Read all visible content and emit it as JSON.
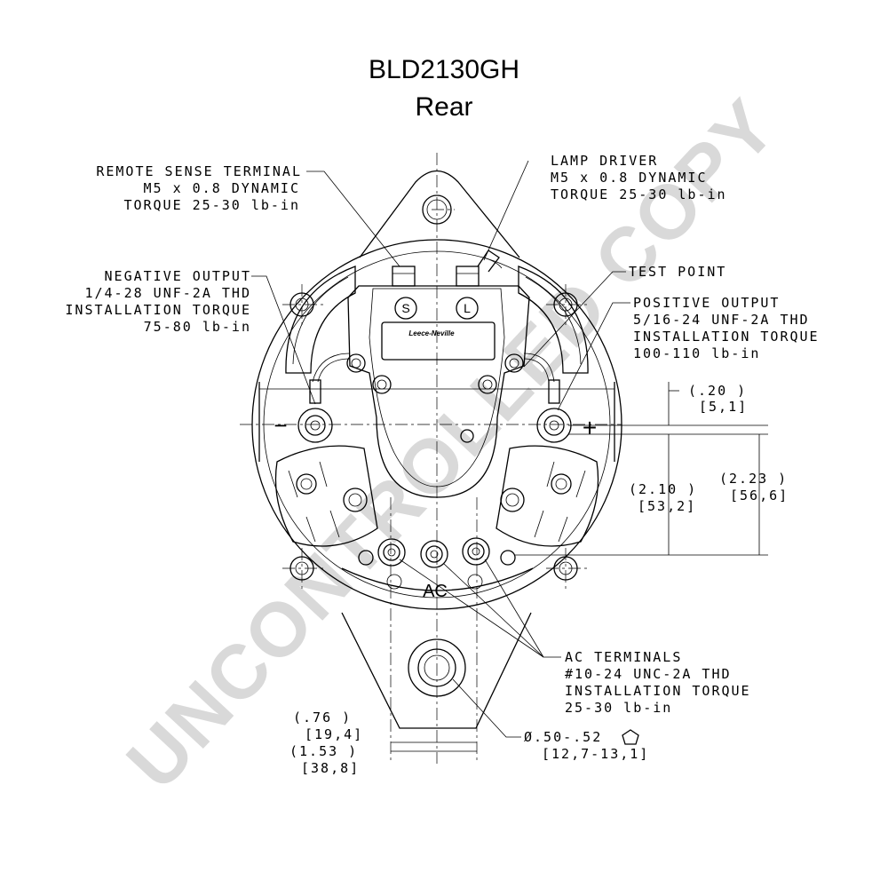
{
  "title": {
    "part_number": "BLD2130GH",
    "view": "Rear"
  },
  "watermark": "UNCONTROLLED COPY",
  "callouts": {
    "remote_sense": [
      "REMOTE SENSE TERMINAL",
      "M5 x 0.8 DYNAMIC",
      "TORQUE 25-30 lb-in"
    ],
    "lamp_driver": [
      "LAMP DRIVER",
      "M5 x 0.8 DYNAMIC",
      "TORQUE 25-30 lb-in"
    ],
    "negative_output": [
      "NEGATIVE OUTPUT",
      "1/4-28 UNF-2A THD",
      "INSTALLATION TORQUE",
      "75-80 lb-in"
    ],
    "test_point": [
      "TEST POINT"
    ],
    "positive_output": [
      "POSITIVE OUTPUT",
      "5/16-24 UNF-2A THD",
      "INSTALLATION TORQUE",
      "100-110 lb-in"
    ],
    "ac_terminals": [
      "AC TERMINALS",
      "#10-24 UNC-2A THD",
      "INSTALLATION TORQUE",
      "25-30 lb-in"
    ]
  },
  "dimensions": {
    "d1_in": "(.20  )",
    "d1_mm": "[5,1]",
    "d2_in": "(2.10  )",
    "d2_mm": "[53,2]",
    "d3_in": "(2.23  )",
    "d3_mm": "[56,6]",
    "d4_in": "(.76   )",
    "d4_mm": "[19,4]",
    "d5_in": "(1.53  )",
    "d5_mm": "[38,8]",
    "hole_dia": "Ø.50-.52",
    "hole_dia_mm": "[12,7-13,1]"
  },
  "labels": {
    "s_terminal": "S",
    "l_terminal": "L",
    "ac": "AC",
    "minus": "−",
    "plus": "+",
    "brand": "Leece-Neville"
  }
}
